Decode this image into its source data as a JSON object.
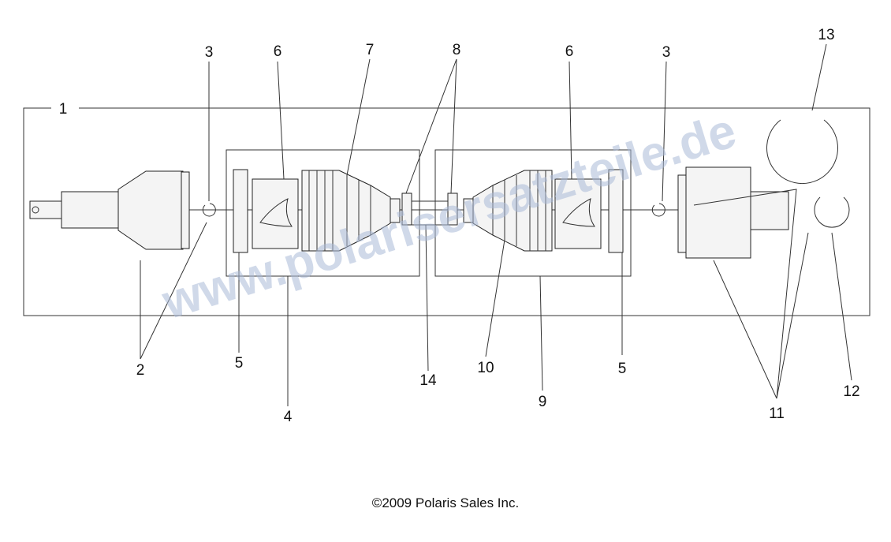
{
  "diagram": {
    "callouts": {
      "c1": "1",
      "c2": "2",
      "c3a": "3",
      "c3b": "3",
      "c4": "4",
      "c5a": "5",
      "c5b": "5",
      "c6a": "6",
      "c6b": "6",
      "c7": "7",
      "c8": "8",
      "c9": "9",
      "c10": "10",
      "c11": "11",
      "c12": "12",
      "c13": "13",
      "c14": "14"
    },
    "copyright": "©2009 Polaris Sales Inc.",
    "watermark": "www.polarisersatzteile.de"
  }
}
